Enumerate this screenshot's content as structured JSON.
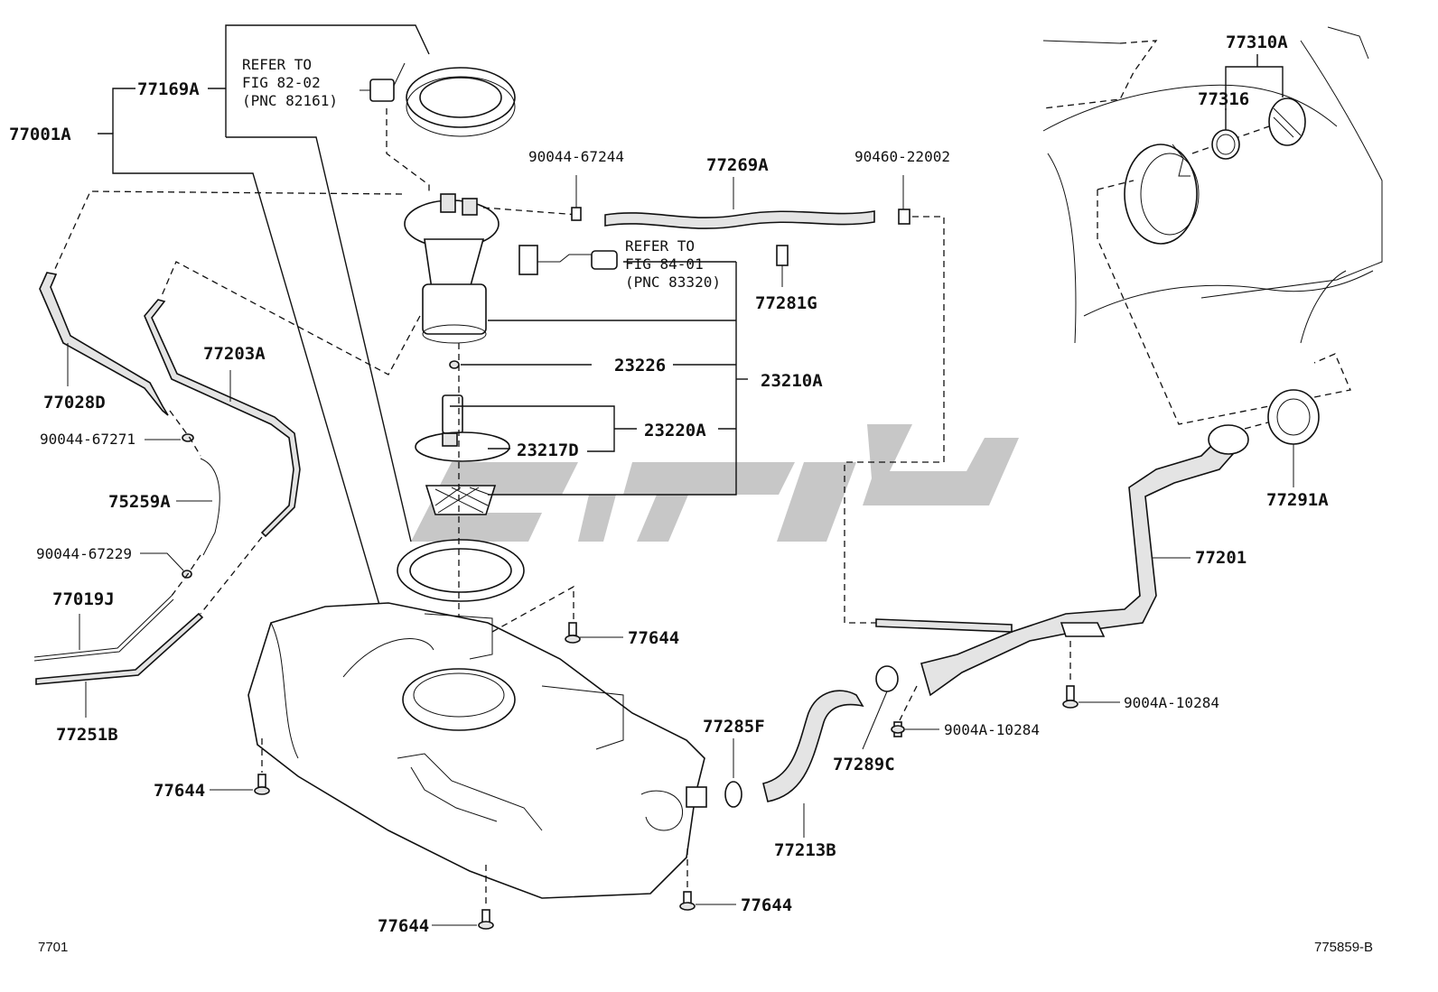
{
  "labels": {
    "p77169A": "77169A",
    "p77001A": "77001A",
    "p77028D": "77028D",
    "p90044_67271": "90044-67271",
    "p77203A": "77203A",
    "p75259A": "75259A",
    "p90044_67229": "90044-67229",
    "p77019J": "77019J",
    "p77251B": "77251B",
    "p77644_left": "77644",
    "p77644_bottom": "77644",
    "p77644_top": "77644",
    "p77644_right": "77644",
    "p90044_67244": "90044-67244",
    "p77269A": "77269A",
    "p90460_22002": "90460-22002",
    "p77281G": "77281G",
    "p23226": "23226",
    "p23210A": "23210A",
    "p23220A": "23220A",
    "p23217D": "23217D",
    "p77310A": "77310A",
    "p77316": "77316",
    "p77291A": "77291A",
    "p77201": "77201",
    "p9004A_10284_a": "9004A-10284",
    "p9004A_10284_b": "9004A-10284",
    "p77289C": "77289C",
    "p77285F": "77285F",
    "p77213B": "77213B"
  },
  "refs": {
    "fig82": [
      "REFER TO",
      "FIG 82-02",
      "(PNC 82161)"
    ],
    "fig84": [
      "REFER TO",
      "FIG 84-01",
      "(PNC 83320)"
    ]
  },
  "corner": {
    "left": "7701",
    "right": "775859-B"
  },
  "watermark_color": "#bdbdbd"
}
